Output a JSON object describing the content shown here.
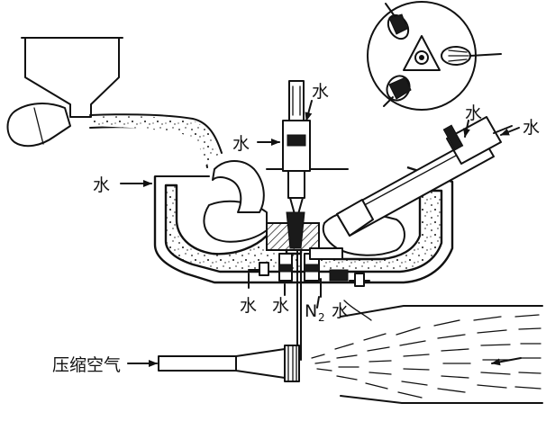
{
  "labels": {
    "water": "水",
    "nitrogen": "N",
    "nitrogen_sub": "2",
    "compressed_air": "压缩空气"
  },
  "colors": {
    "ink": "#111111",
    "paper": "#ffffff",
    "dark_fill": "#1a1a1a"
  },
  "icons": {
    "flow_arrow": "arrow-icon"
  }
}
